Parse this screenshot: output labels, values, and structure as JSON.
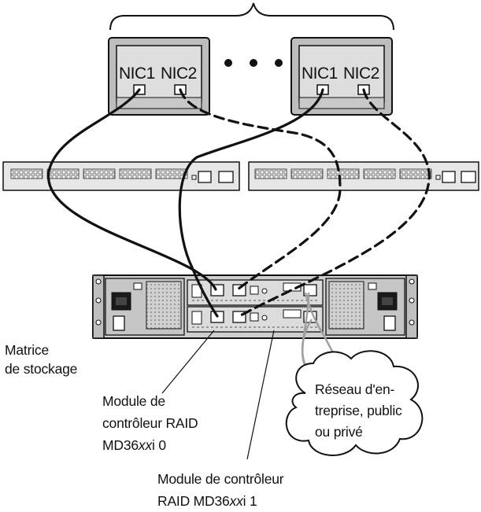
{
  "servers": [
    {
      "nic1": "NIC1",
      "nic2": "NIC2"
    },
    {
      "nic1": "NIC1",
      "nic2": "NIC2"
    }
  ],
  "labels": {
    "storage_array_line1": "Matrice",
    "storage_array_line2": "de stockage",
    "module0_line1": "Module de",
    "module0_line2": "contrôleur RAID",
    "module0_line3_prefix": "MD36",
    "module0_line3_italic": "xx",
    "module0_line3_mid": "i",
    "module0_line3_suffix": " 0",
    "module1_line1": "Module de contrôleur",
    "module1_line2_prefix": "RAID MD36",
    "module1_line2_italic": "xx",
    "module1_line2_mid": "i",
    "module1_line2_suffix": " 1",
    "network_line1": "Réseau d'en-",
    "network_line2": "treprise, public",
    "network_line3": "ou privé"
  },
  "colors": {
    "stroke": "#111111",
    "server_face": "#d9d9d9",
    "server_outer": "#bdbdbd",
    "switch_face": "#e6e6e6",
    "array_face": "#cfcfcf",
    "network_cable": "#9e9e9e"
  }
}
